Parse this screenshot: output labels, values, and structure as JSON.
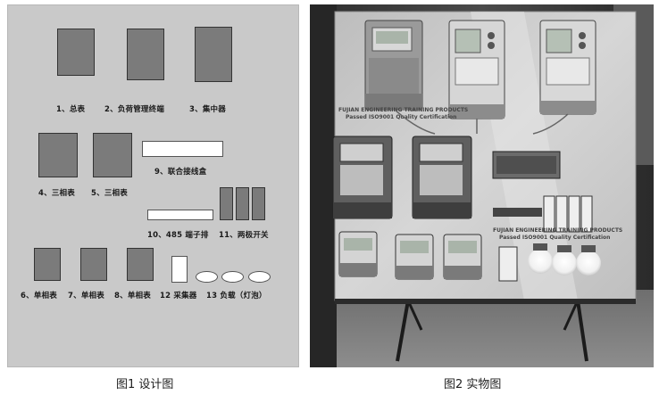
{
  "design": {
    "labels": {
      "l1": "1、总表",
      "l2": "2、负荷管理终端",
      "l3": "3、集中器",
      "l4": "4、三相表",
      "l5": "5、三相表",
      "l9": "9、联合接线盒",
      "l10": "10、485 端子排",
      "l11": "11、两极开关",
      "l6": "6、单相表",
      "l7": "7、单相表",
      "l8": "8、单相表",
      "l12": "12 采集器",
      "l13": "13 负载（灯泡）"
    },
    "caption": "图1  设计图"
  },
  "photo": {
    "banner_top": "FUJIAN ENGINEERING TRAINING PRODUCTS",
    "banner_top_sub": "Passed ISO9001 Quality Certification",
    "banner_mid": "FUJIAN ENGINEERING TRAINING PRODUCTS",
    "banner_mid_sub": "Passed ISO9001 Quality Certification",
    "caption": "图2  实物图"
  },
  "colors": {
    "board_bg": "#c9c9c9",
    "component_fill": "#7b7b7b",
    "photo_bg": "#3a3a3a"
  }
}
